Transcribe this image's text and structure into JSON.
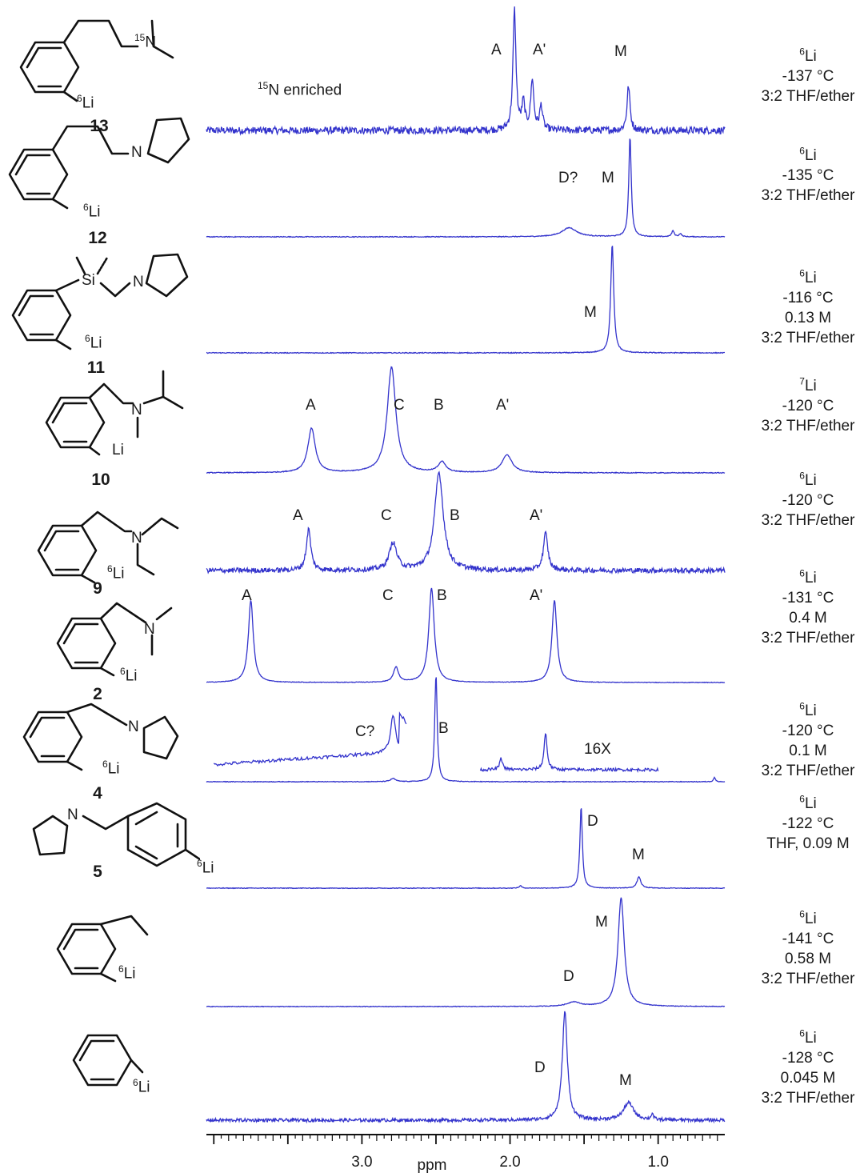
{
  "chart_data": {
    "type": "line",
    "chart_kind": "stacked 6Li/7Li NMR spectra",
    "xlabel": "ppm",
    "x_axis_direction": "decreasing (3.0 left, 1.0 right)",
    "xlim": [
      4.05,
      0.55
    ],
    "xticks": [
      "3.0",
      "2.0",
      "1.0"
    ],
    "spectra": [
      {
        "compound": "13",
        "conditions": [
          "Li",
          "-137 °C",
          "3:2 THF/ether"
        ],
        "isotope_sup": "6",
        "annotation": "N enriched",
        "annotation_sup": "15",
        "peaks": [
          {
            "label": "A",
            "ppm": 1.97,
            "height": 1.0,
            "width": 0.012
          },
          {
            "label": "A'",
            "ppm": 1.85,
            "height": 0.42,
            "width": 0.012
          },
          {
            "label": "",
            "ppm": 1.91,
            "height": 0.22,
            "width": 0.012
          },
          {
            "label": "",
            "ppm": 1.79,
            "height": 0.2,
            "width": 0.012
          },
          {
            "label": "M",
            "ppm": 1.2,
            "height": 0.37,
            "width": 0.012
          }
        ],
        "noise": 0.03
      },
      {
        "compound": "12",
        "conditions": [
          "Li",
          "-135 °C",
          "3:2 THF/ether"
        ],
        "isotope_sup": "6",
        "peaks": [
          {
            "label": "D?",
            "ppm": 1.6,
            "height": 0.09,
            "width": 0.06
          },
          {
            "label": "M",
            "ppm": 1.19,
            "height": 1.0,
            "width": 0.01
          },
          {
            "label": "",
            "ppm": 0.9,
            "height": 0.06,
            "width": 0.01
          },
          {
            "label": "",
            "ppm": 0.85,
            "height": 0.03,
            "width": 0.01
          }
        ],
        "noise": 0.004
      },
      {
        "compound": "11",
        "conditions": [
          "Li",
          "-116 °C",
          "0.13 M",
          "3:2 THF/ether"
        ],
        "isotope_sup": "6",
        "peaks": [
          {
            "label": "M",
            "ppm": 1.31,
            "height": 1.0,
            "width": 0.012
          }
        ],
        "noise": 0.004
      },
      {
        "compound": "10",
        "conditions": [
          "Li",
          "-120 °C",
          "3:2 THF/ether"
        ],
        "isotope_sup": "7",
        "peaks": [
          {
            "label": "A",
            "ppm": 3.34,
            "height": 0.42,
            "width": 0.03
          },
          {
            "label": "C",
            "ppm": 2.8,
            "height": 1.0,
            "width": 0.035
          },
          {
            "label": "B",
            "ppm": 2.46,
            "height": 0.1,
            "width": 0.03
          },
          {
            "label": "A'",
            "ppm": 2.02,
            "height": 0.17,
            "width": 0.04
          }
        ],
        "noise": 0.004
      },
      {
        "compound": "9",
        "conditions": [
          "Li",
          "-120 °C",
          "3:2 THF/ether"
        ],
        "isotope_sup": "6",
        "peaks": [
          {
            "label": "A",
            "ppm": 3.36,
            "height": 0.42,
            "width": 0.018
          },
          {
            "label": "C",
            "ppm": 2.79,
            "height": 0.28,
            "width": 0.03
          },
          {
            "label": "B",
            "ppm": 2.48,
            "height": 1.0,
            "width": 0.035
          },
          {
            "label": "A'",
            "ppm": 1.76,
            "height": 0.38,
            "width": 0.018
          }
        ],
        "noise": 0.025
      },
      {
        "compound": "2",
        "conditions": [
          "Li",
          "-131 °C",
          "0.4 M",
          "3:2 THF/ether"
        ],
        "isotope_sup": "6",
        "peaks": [
          {
            "label": "A",
            "ppm": 3.75,
            "height": 0.87,
            "width": 0.02
          },
          {
            "label": "C",
            "ppm": 2.77,
            "height": 0.16,
            "width": 0.02
          },
          {
            "label": "B",
            "ppm": 2.53,
            "height": 1.0,
            "width": 0.022
          },
          {
            "label": "A'",
            "ppm": 1.7,
            "height": 0.87,
            "width": 0.02
          }
        ],
        "noise": 0.003
      },
      {
        "compound": "4",
        "conditions": [
          "Li",
          "-120 °C",
          "0.1 M",
          "3:2 THF/ether"
        ],
        "isotope_sup": "6",
        "peaks": [
          {
            "label": "B",
            "ppm": 2.5,
            "height": 1.0,
            "width": 0.01
          },
          {
            "label": "",
            "ppm": 2.79,
            "height": 0.03,
            "width": 0.02
          },
          {
            "label": "",
            "ppm": 0.62,
            "height": 0.04,
            "width": 0.008
          }
        ],
        "inset_label": "16X",
        "inset_peak_labels": [
          "C?"
        ],
        "noise": 0.003
      },
      {
        "compound": "5",
        "conditions": [
          "Li",
          "-122 °C",
          "THF, 0.09 M"
        ],
        "isotope_sup": "6",
        "peaks": [
          {
            "label": "D",
            "ppm": 1.52,
            "height": 1.0,
            "width": 0.01
          },
          {
            "label": "M",
            "ppm": 1.13,
            "height": 0.14,
            "width": 0.015
          },
          {
            "label": "",
            "ppm": 1.93,
            "height": 0.03,
            "width": 0.01
          }
        ],
        "noise": 0.004
      },
      {
        "compound": "",
        "conditions": [
          "Li",
          "-141 °C",
          "0.58 M",
          "3:2 THF/ether"
        ],
        "isotope_sup": "6",
        "peaks": [
          {
            "label": "D",
            "ppm": 1.57,
            "height": 0.04,
            "width": 0.05
          },
          {
            "label": "M",
            "ppm": 1.25,
            "height": 1.0,
            "width": 0.025
          }
        ],
        "noise": 0.003
      },
      {
        "compound": "",
        "conditions": [
          "Li",
          "-128 °C",
          "0.045 M",
          "3:2 THF/ether"
        ],
        "isotope_sup": "6",
        "peaks": [
          {
            "label": "D",
            "ppm": 1.63,
            "height": 1.0,
            "width": 0.02
          },
          {
            "label": "M",
            "ppm": 1.2,
            "height": 0.16,
            "width": 0.04
          },
          {
            "label": "",
            "ppm": 1.04,
            "height": 0.06,
            "width": 0.008
          }
        ],
        "noise": 0.015
      }
    ]
  },
  "structure_labels": {
    "li_sup": "6",
    "li_text": "Li",
    "li_plain": "Li",
    "n15_sup": "15",
    "n": "N",
    "si": "Si"
  },
  "colors": {
    "trace": "#3333cc",
    "axis": "#111111",
    "text": "#1a1a1a"
  }
}
